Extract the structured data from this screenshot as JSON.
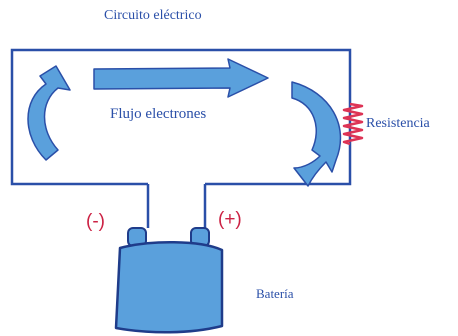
{
  "labels": {
    "title": "Circuito eléctrico",
    "flow": "Flujo electrones",
    "resistor": "Resistencia",
    "battery": "Batería",
    "negative": "(-)",
    "positive": "(+)"
  },
  "colors": {
    "wire": "#2a4fa8",
    "arrow_fill": "#5aa0dc",
    "arrow_stroke": "#2a4fa8",
    "battery_fill": "#5aa0dc",
    "battery_stroke": "#1f3c8a",
    "resistor": "#dd3355",
    "polarity": "#cc2244",
    "label_text": "#2a4fa8"
  },
  "icons": {
    "left_loop": "curved-arrow-icon",
    "flow": "right-arrow-icon",
    "right_loop": "curved-arrow-icon",
    "resistor": "resistor-icon",
    "battery": "battery-icon"
  }
}
